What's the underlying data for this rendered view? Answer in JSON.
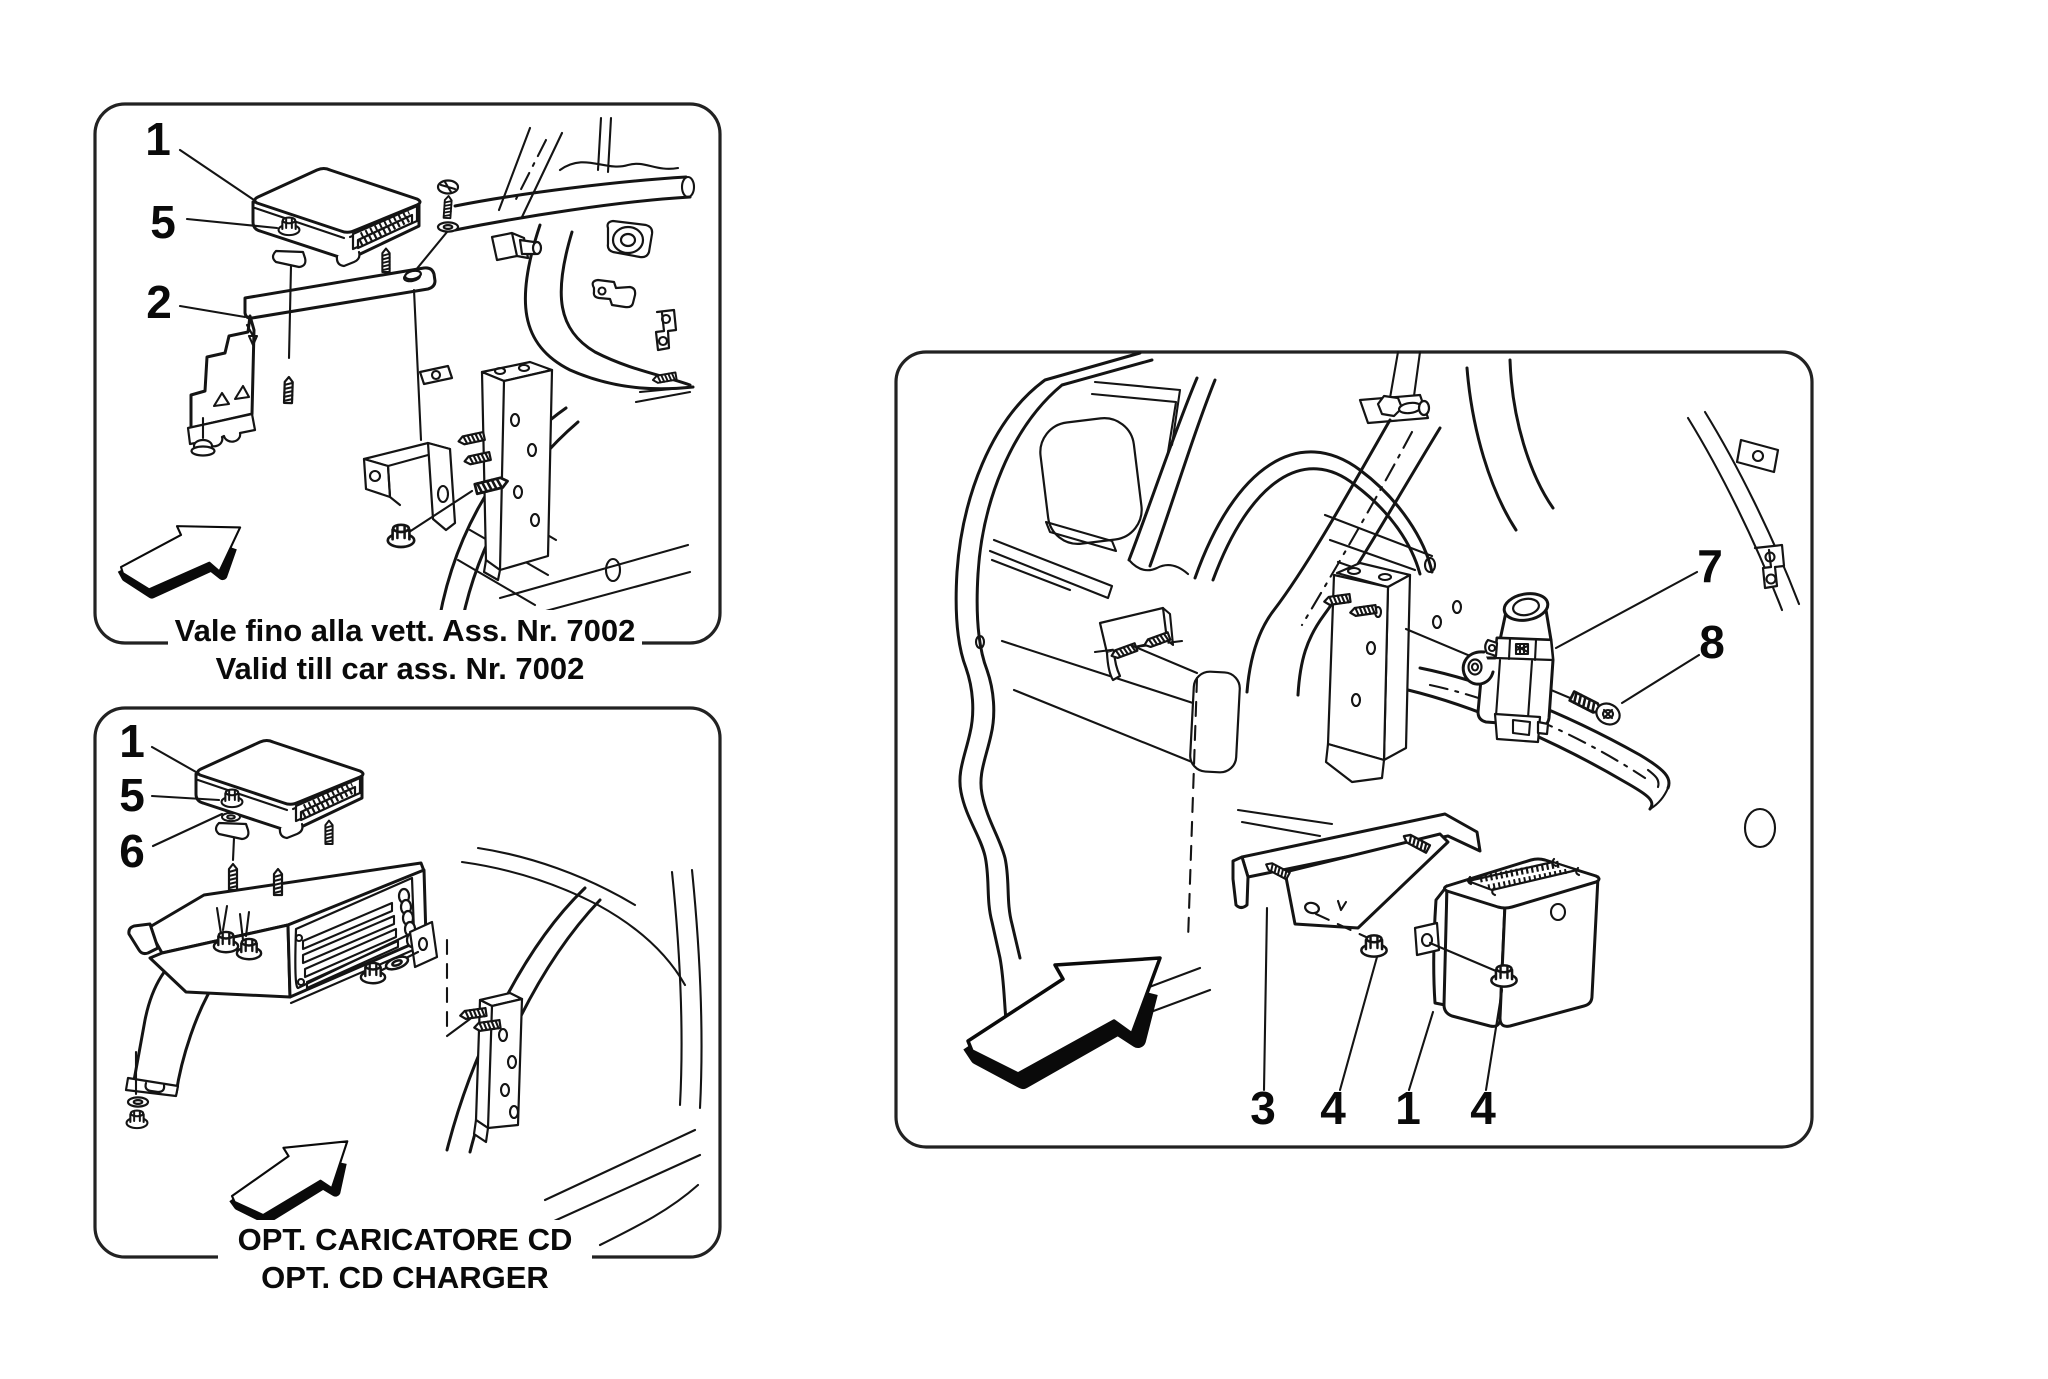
{
  "document": {
    "kind": "technical-parts-diagram",
    "background": "#ffffff",
    "line_color": "#141414"
  },
  "panels": {
    "valid_till": {
      "caption_line1": "Vale fino alla vett. Ass. Nr. 7002",
      "caption_line2": "Valid till car ass. Nr. 7002",
      "callouts": {
        "c1": "1",
        "c5": "5",
        "c2": "2"
      }
    },
    "cd_charger": {
      "caption_line1": "OPT. CARICATORE CD",
      "caption_line2": "OPT. CD CHARGER",
      "callouts": {
        "c1": "1",
        "c5": "5",
        "c6": "6"
      }
    },
    "main": {
      "callouts": {
        "c7": "7",
        "c8": "8",
        "c3": "3",
        "c4a": "4",
        "c1": "1",
        "c4b": "4"
      }
    }
  }
}
